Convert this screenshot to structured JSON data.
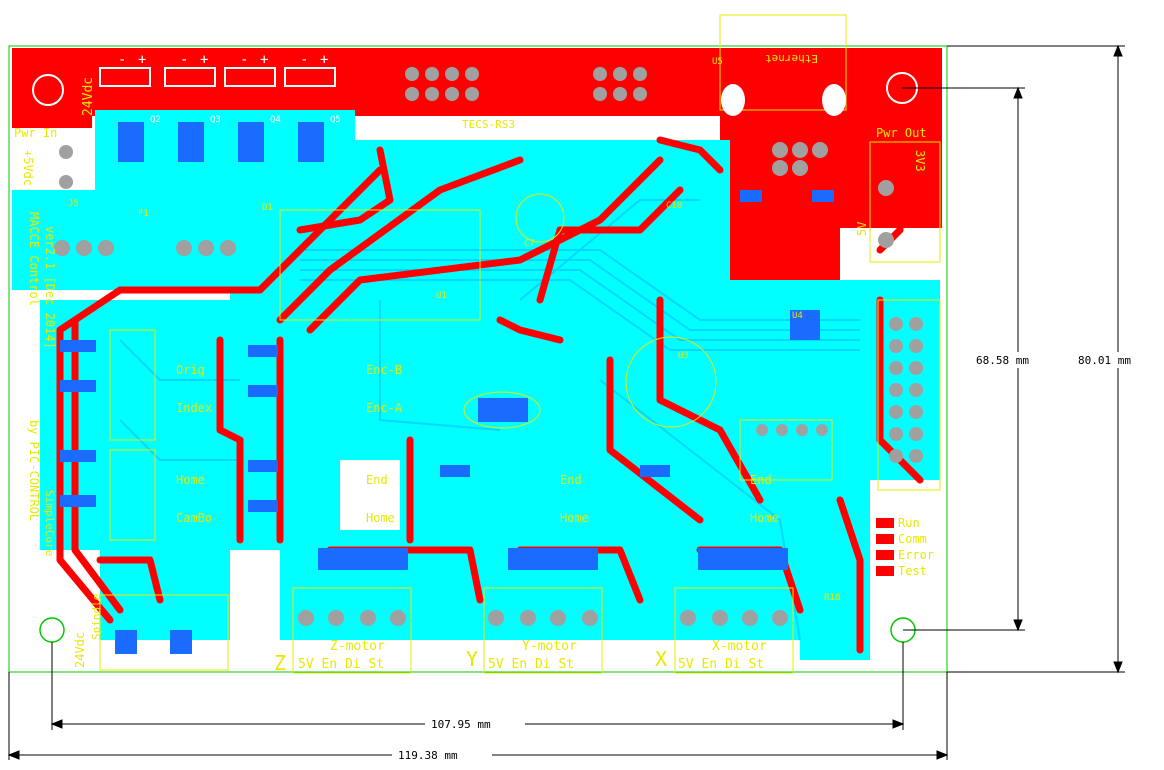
{
  "board": {
    "title_lines": [
      "MACCE Control",
      "ver2.1 [Dec 2014]",
      "by PIC-CONTROL"
    ],
    "side_note": "SimpleCore"
  },
  "dimensions": {
    "width_outer": "119.38 mm",
    "width_holes": "107.95 mm",
    "height_holes": "68.58 mm",
    "height_outer": "80.01 mm"
  },
  "connectors": {
    "power_in_top": "24Vdc",
    "pwr_in": "Pwr In",
    "pwr_in_pins": "+5Vdc",
    "pwr_out": "Pwr Out",
    "pwr_out_pins": "3V3",
    "five_v": "5V",
    "ethernet": "Ethernet",
    "power_bottom": "24Vdc",
    "power_bottom_sub": "Spindle",
    "motor_pins": "5V En Di St",
    "sign_plus": "+",
    "sign_minus": "-"
  },
  "motors": [
    {
      "axis": "Z",
      "label": "Z-motor"
    },
    {
      "axis": "Y",
      "label": "Y-motor"
    },
    {
      "axis": "X",
      "label": "X-motor"
    }
  ],
  "inputs": {
    "left_col_a": [
      "Orig",
      "Index",
      "Home",
      "CamBo"
    ],
    "left_col_b": [
      "Enc-B",
      "Enc-A",
      "End",
      "Home"
    ],
    "mid": [
      "End",
      "Home"
    ],
    "right": [
      "End",
      "Home"
    ]
  },
  "leds": [
    "Run",
    "Comm",
    "Error",
    "Test"
  ],
  "refdes": {
    "tecs": "TECS-RS3",
    "u1": "U1",
    "u3": "U3",
    "u4": "U4",
    "u5": "U5",
    "q2": "Q2",
    "q3": "Q3",
    "q4": "Q4",
    "q5": "Q5",
    "f1": "F1",
    "d1": "D1",
    "j5": "J5",
    "c7": "C7",
    "c10": "C10",
    "r18": "R18"
  },
  "colors": {
    "top_copper": "#ff0000",
    "bottom_copper": "#00ffff",
    "silkscreen": "#e8e800",
    "outline": "#00c800",
    "pad": "#a0a0a0",
    "dimension": "#000000"
  }
}
